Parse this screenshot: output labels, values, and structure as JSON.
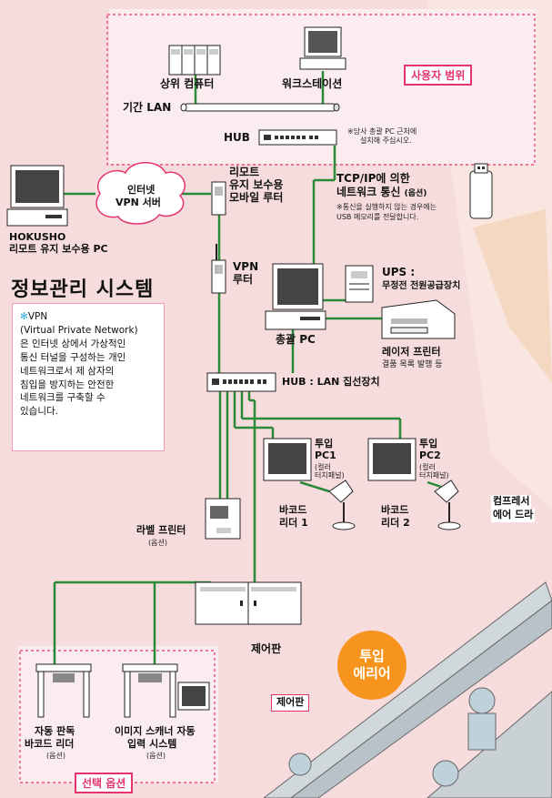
{
  "title": "정보관리 시스템",
  "user_scope_label": "사용자 범위",
  "option_label": "선택 옵션",
  "host_computer": "상위 컴퓨터",
  "workstation": "워크스테이션",
  "backbone_lan": "기간 LAN",
  "hub_top": {
    "label": "HUB",
    "note_line1": "※당사 총괄 PC 근처에",
    "note_line2": "설치해 주십시오."
  },
  "remote_pc": {
    "line1": "HOKUSHO",
    "line2": "리모트 유지 보수용 PC"
  },
  "internet_vpn": {
    "line1": "인터넷",
    "line2": "VPN 서버"
  },
  "remote_router": {
    "line1": "리모트",
    "line2": "유지 보수용",
    "line3": "모바일 루터"
  },
  "vpn_router": {
    "line1": "VPN",
    "line2": "루터"
  },
  "tcpip": {
    "line1": "TCP/IP에 의한",
    "line2": "네트워크 통신",
    "option": "(옵션)",
    "note_line1": "※통신을 실행하지 않는 경우에는",
    "note_line2": "USB 메모리를 전달합니다."
  },
  "ups": {
    "line1": "UPS :",
    "line2": "무정전 전원공급장치"
  },
  "main_pc": "총괄 PC",
  "laser_printer": {
    "line1": "레이저 프린터",
    "line2": "결품 목록 발행 등"
  },
  "hub_lan": "HUB : LAN 집선장치",
  "vpn_info": {
    "heading": "VPN",
    "lines": [
      "(Virtual Private Network)",
      "은 인터넷 상에서 가상적인",
      "통신 터널을 구성하는 개인",
      "네트워크로서 제 삼자의",
      "침입을 방지하는 안전한",
      "네트워크를 구축할 수",
      "있습니다."
    ]
  },
  "input_pc1": {
    "line1": "투입",
    "line2": "PC1",
    "line3": "(컬러",
    "line4": "터치패널)"
  },
  "input_pc2": {
    "line1": "투입",
    "line2": "PC2",
    "line3": "(컬러",
    "line4": "터치패널)"
  },
  "barcode1": {
    "line1": "바코드",
    "line2": "리더 1"
  },
  "barcode2": {
    "line1": "바코드",
    "line2": "리더 2"
  },
  "compressor": {
    "line1": "컴프레서",
    "line2": "에어 드라"
  },
  "label_printer": {
    "line1": "라벨 프린터",
    "line2": "(옵션)"
  },
  "control_panel": "제어판",
  "input_area": {
    "line1": "투입",
    "line2": "에리어"
  },
  "control_panel_tag": "제어판",
  "auto_barcode": {
    "line1": "자동 판독",
    "line2": "바코드 리더",
    "line3": "(옵션)"
  },
  "image_scanner": {
    "line1": "이미지 스캐너 자동",
    "line2": "입력 시스템",
    "line3": "(옵션)"
  },
  "colors": {
    "accent": "#e5336d",
    "line": "#2a8a3a",
    "orange": "#f7941d",
    "info_blue": "#2ea4e0",
    "background": "#f6dcdc"
  }
}
